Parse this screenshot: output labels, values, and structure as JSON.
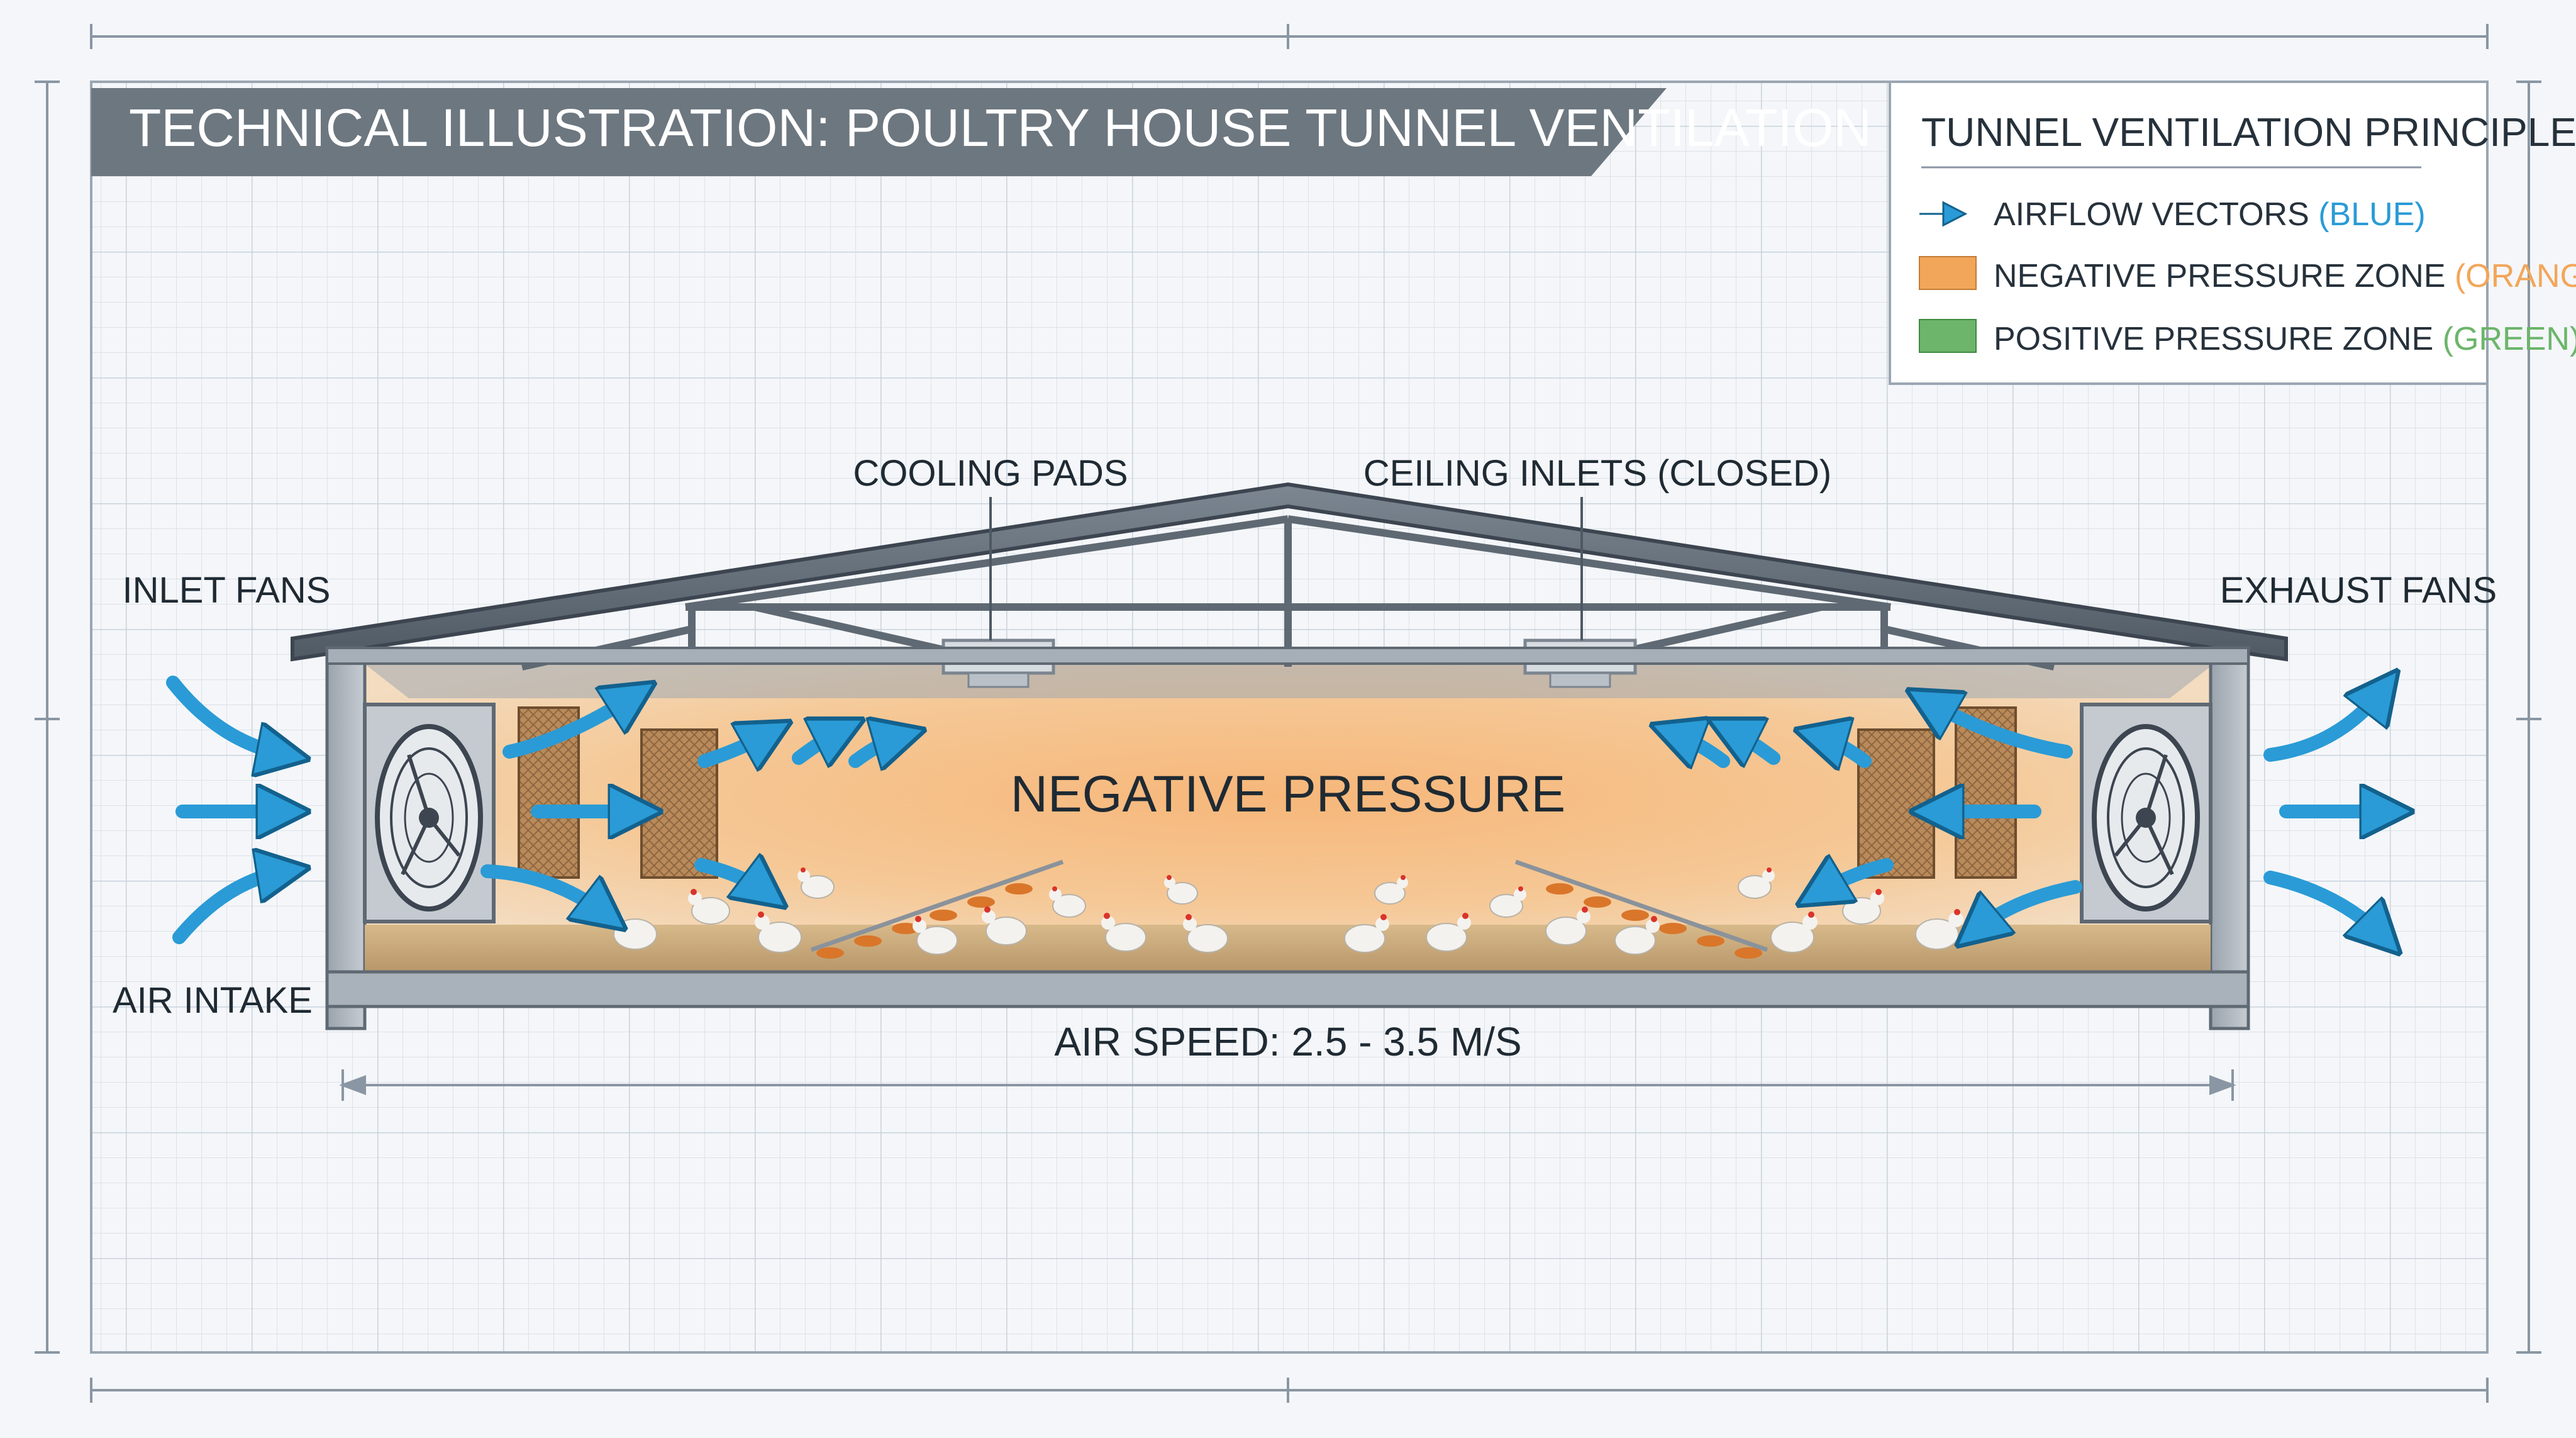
{
  "title": "TECHNICAL ILLUSTRATION: POULTRY HOUSE TUNNEL VENTILATION SYSTEM",
  "legend": {
    "heading": "TUNNEL VENTILATION PRINCIPLES",
    "items": [
      {
        "label": "AIRFLOW VECTORS",
        "color_name": "(BLUE)",
        "color": "#2a9bd6",
        "symbol": "arrow-icon"
      },
      {
        "label": "NEGATIVE PRESSURE ZONE",
        "color_name": "(ORANGE)",
        "color": "#f2a65a",
        "symbol": "swatch"
      },
      {
        "label": "POSITIVE PRESSURE ZONE",
        "color_name": "(GREEN)",
        "color": "#6cb56a",
        "symbol": "swatch"
      }
    ]
  },
  "labels": {
    "cooling_pads": "COOLING PADS",
    "ceiling_inlets": "CEILING INLETS (CLOSED)",
    "inlet_fans": "INLET FANS",
    "exhaust_fans": "EXHAUST FANS",
    "air_intake": "AIR INTAKE",
    "negative_pressure": "NEGATIVE PRESSURE",
    "air_speed": "AIR SPEED: 2.5 - 3.5 M/S"
  },
  "colors": {
    "airflow": "#2a9bd6",
    "negative_zone": "#f2a65a",
    "positive_zone": "#6cb56a",
    "title_banner": "#6d7780",
    "grid": "#d9e0e8"
  }
}
